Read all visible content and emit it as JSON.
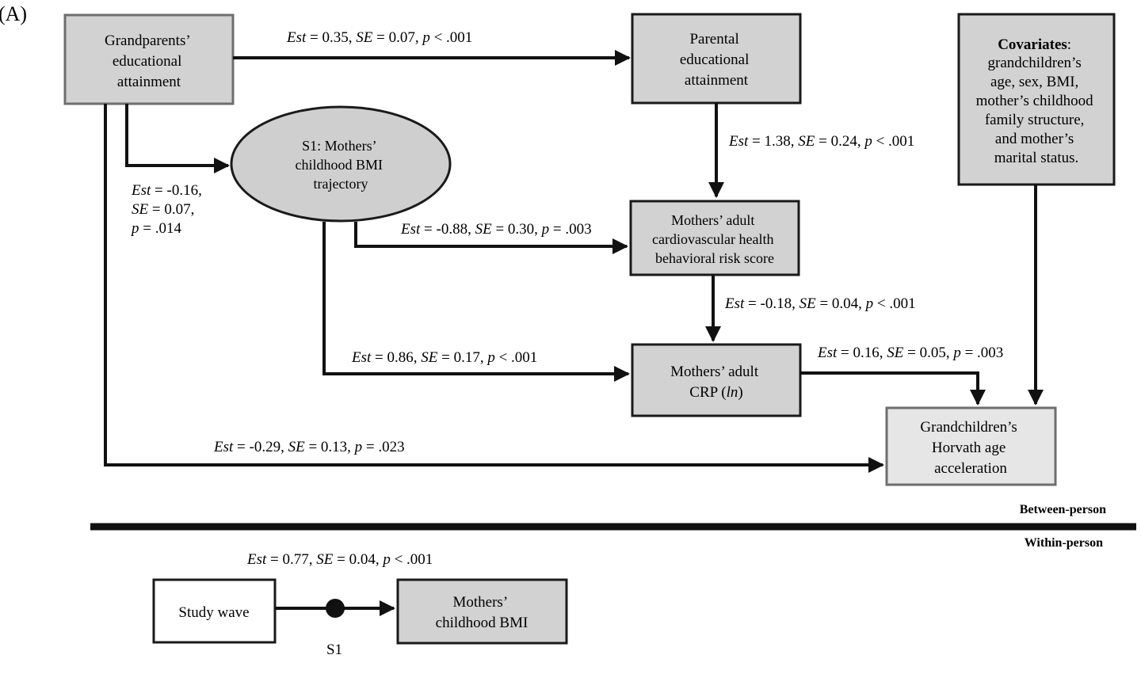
{
  "panel_label": "(A)",
  "nodes": {
    "grandparents": {
      "lines": [
        "Grandparents’",
        "educational",
        "attainment"
      ]
    },
    "parental": {
      "lines": [
        "Parental",
        "educational",
        "attainment"
      ]
    },
    "covariates": {
      "heading": "Covariates",
      "heading_suffix": ":",
      "lines": [
        "grandchildren’s",
        "age, sex, BMI,",
        "mother’s childhood",
        "family structure,",
        "and mother’s",
        "marital status."
      ]
    },
    "s1": {
      "lines": [
        "S1: Mothers’",
        "childhood BMI",
        "trajectory"
      ]
    },
    "risk": {
      "lines": [
        "Mothers’ adult",
        "cardiovascular health",
        "behavioral risk score"
      ]
    },
    "crp": {
      "line1": "Mothers’ adult",
      "line2_prefix": "CRP (",
      "line2_italic": "ln",
      "line2_suffix": ")"
    },
    "outcome": {
      "lines": [
        "Grandchildren’s",
        "Horvath age",
        "acceleration"
      ]
    },
    "study_wave": {
      "lines": [
        "Study wave"
      ]
    },
    "mothers_bmi": {
      "lines": [
        "Mothers’",
        "childhood BMI"
      ]
    }
  },
  "paths": {
    "gp_to_parental": {
      "est": "0.35",
      "se": "0.07",
      "p": "< .001"
    },
    "parental_to_risk": {
      "est": "1.38",
      "se": "0.24",
      "p": "< .001"
    },
    "gp_to_s1": {
      "est": "-0.16,",
      "se": "0.07,",
      "p": "= .014"
    },
    "s1_to_risk": {
      "est": "-0.88",
      "se": "0.30",
      "p": "= .003"
    },
    "risk_to_crp": {
      "est": "-0.18",
      "se": "0.04",
      "p": "< .001"
    },
    "s1_to_crp": {
      "est": "0.86",
      "se": "0.17",
      "p": "< .001"
    },
    "crp_to_outcome": {
      "est": "0.16",
      "se": "0.05",
      "p": "= .003"
    },
    "gp_to_outcome": {
      "est": "-0.29",
      "se": "0.13",
      "p": "= .023"
    },
    "wave_to_bmi": {
      "est": "0.77",
      "se": "0.04",
      "p": "< .001"
    }
  },
  "terms": {
    "est": "Est",
    "se": "SE",
    "p": "p"
  },
  "level_labels": {
    "between": "Between-person",
    "within": "Within-person"
  },
  "random_slope_label": "S1",
  "colors": {
    "dark_fill": "#d2d2d2",
    "light_fill": "#e6e6e6",
    "white_fill": "#ffffff",
    "ellipse_fill": "#cfcfcf",
    "stroke": "#1a1a1a",
    "grey_stroke": "#6e6e6e"
  }
}
